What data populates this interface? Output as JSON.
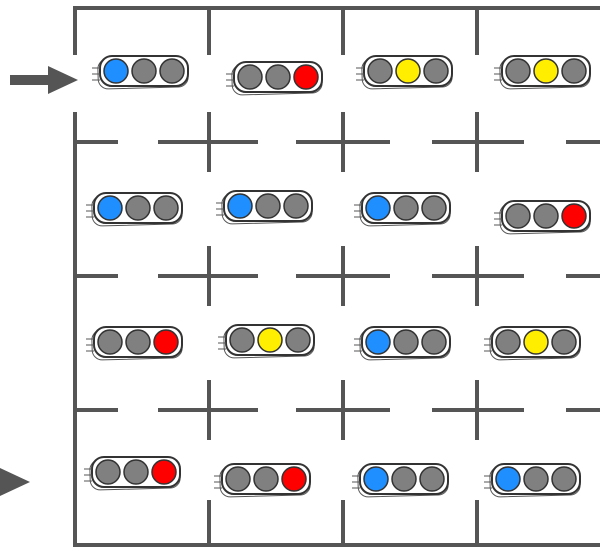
{
  "colors": {
    "blue": "#1f8fff",
    "yellow": "#ffee00",
    "red": "#ff0000",
    "off": "#808080",
    "wall": "#555555"
  },
  "grid": {
    "rows": 4,
    "cols": 4,
    "entry_arrow_row": 0,
    "exit_arrow_row": 3,
    "traffic_lights": [
      [
        "blue",
        "red",
        "yellow",
        "yellow"
      ],
      [
        "blue",
        "blue",
        "blue",
        "red"
      ],
      [
        "red",
        "yellow",
        "blue",
        "yellow"
      ],
      [
        "red",
        "red",
        "blue",
        "blue"
      ]
    ]
  }
}
